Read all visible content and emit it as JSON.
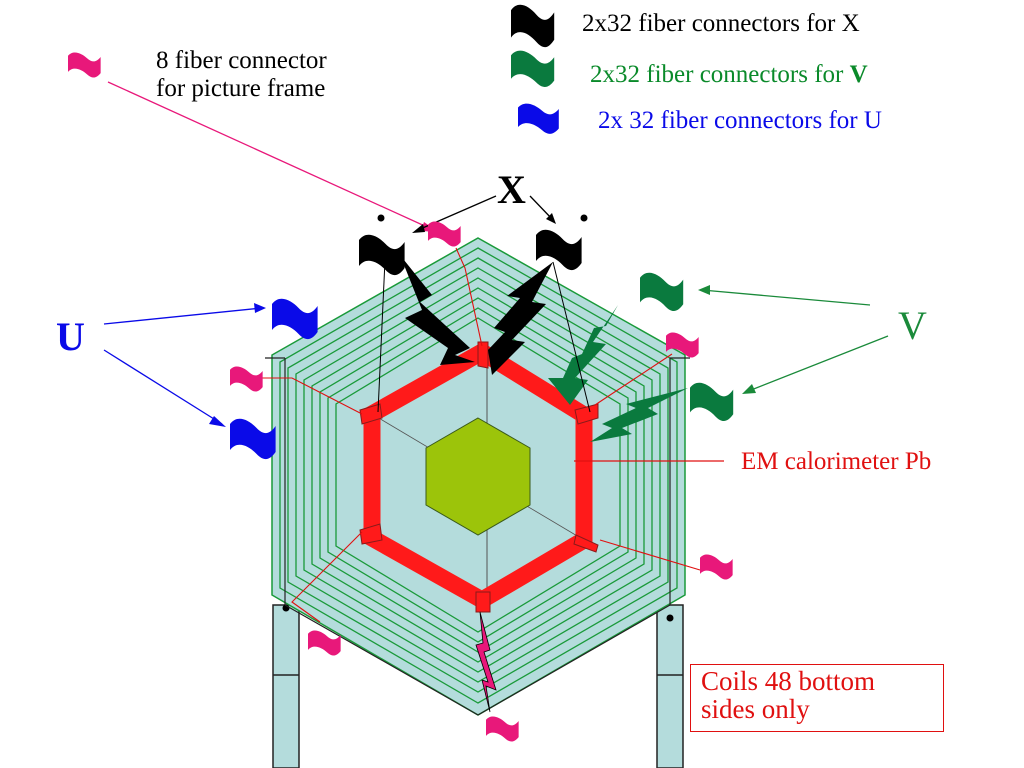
{
  "legend": {
    "x_label": "2x32 fiber connectors for X",
    "v_label_text": "2x32 fiber connectors for ",
    "v_label_bold": "V",
    "u_label": "2x 32 fiber connectors for U"
  },
  "picture_frame_label_line1": "8 fiber connector",
  "picture_frame_label_line2": "for picture frame",
  "axis_labels": {
    "x": "X",
    "u": "U",
    "v": "V"
  },
  "em_calorimeter_label": "EM calorimeter Pb",
  "coils_label": "Coils 48 bottom\nsides only",
  "colors": {
    "x_flag": "#000000",
    "v_flag": "#0a7a3e",
    "u_flag": "#0a0ae8",
    "frame_flag": "#e8187a",
    "plate": "#b4dcdc",
    "plate_line": "#1a9a3a",
    "lead_ring": "#ff1a1a",
    "inner_hex": "#9cc40a",
    "leader_red": "#e01010"
  }
}
